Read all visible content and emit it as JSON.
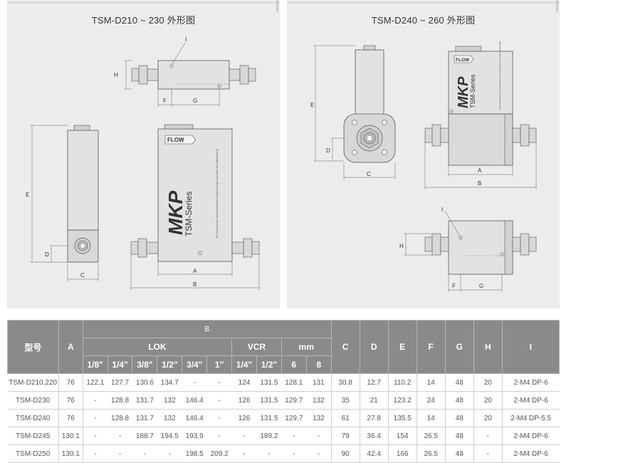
{
  "left_panel": {
    "title": "TSM-D210 ~ 230 外形图",
    "dims": {
      "I": "I",
      "H": "H",
      "F": "F",
      "G": "G",
      "E": "E",
      "D": "D",
      "C": "C",
      "A": "A",
      "B": "B"
    },
    "flow_label": "FLOW",
    "logo": "MKP",
    "series": "TSM-Series",
    "blurb": "The ultra-precision flow measurement system through innovation and craftsmanship"
  },
  "right_panel": {
    "title": "TSM-D240 ~ 260 外形图",
    "dims": {
      "E": "E",
      "D": "D",
      "C": "C",
      "A": "A",
      "B": "B",
      "I": "I",
      "H": "H",
      "F": "F",
      "G": "G"
    },
    "flow_label": "FLOW",
    "logo": "MKP",
    "series": "TSM-Series",
    "blurb": "The ultra-precision flow measurement system through innovation and craftsmanship"
  },
  "table": {
    "model_header": "型号",
    "a_header": "A",
    "b_header": "B",
    "group_lok": "LOK",
    "group_vcr": "VCR",
    "group_mm": "mm",
    "sub_headers": [
      "1/8\"",
      "1/4\"",
      "3/8\"",
      "1/2\"",
      "3/4\"",
      "1\"",
      "1/4\"",
      "1/2\"",
      "6",
      "8"
    ],
    "tail_headers": [
      "C",
      "D",
      "E",
      "F",
      "G",
      "H",
      "I"
    ],
    "rows": [
      {
        "model": "TSM-D210,220",
        "a": "76",
        "b": [
          "122.1",
          "127.7",
          "130.6",
          "134.7",
          "-",
          "-",
          "124",
          "131.5",
          "128.1",
          "131"
        ],
        "c": "30.8",
        "d": "12.7",
        "e": "110.2",
        "f": "14",
        "g": "48",
        "h": "20",
        "i": "2-M4 DP-6"
      },
      {
        "model": "TSM-D230",
        "a": "76",
        "b": [
          "-",
          "128.8",
          "131.7",
          "132",
          "146.4",
          "-",
          "126",
          "131.5",
          "129.7",
          "132"
        ],
        "c": "35",
        "d": "21",
        "e": "123.2",
        "f": "24",
        "g": "48",
        "h": "20",
        "i": "2-M4 DP-6"
      },
      {
        "model": "TSM-D240",
        "a": "76",
        "b": [
          "-",
          "128.8",
          "131.7",
          "132",
          "146.4",
          "-",
          "126",
          "131.5",
          "129.7",
          "132"
        ],
        "c": "61",
        "d": "27.8",
        "e": "135.5",
        "f": "14",
        "g": "48",
        "h": "20",
        "i": "2-M4 DP-5.5"
      },
      {
        "model": "TSM-D245",
        "a": "130.1",
        "b": [
          "-",
          "-",
          "188.7",
          "194.5",
          "193.9",
          "-",
          "-",
          "189.2",
          "-",
          "-"
        ],
        "c": "79",
        "d": "36.4",
        "e": "154",
        "f": "26.5",
        "g": "48",
        "h": "-",
        "i": "2-M4 DP-6"
      },
      {
        "model": "TSM-D250",
        "a": "130.1",
        "b": [
          "-",
          "-",
          "-",
          "-",
          "198.5",
          "209.2",
          "-",
          "-",
          "-",
          "-"
        ],
        "c": "90",
        "d": "42.4",
        "e": "166",
        "f": "26.5",
        "g": "48",
        "h": "-",
        "i": "2-M4 DP-6"
      }
    ]
  }
}
